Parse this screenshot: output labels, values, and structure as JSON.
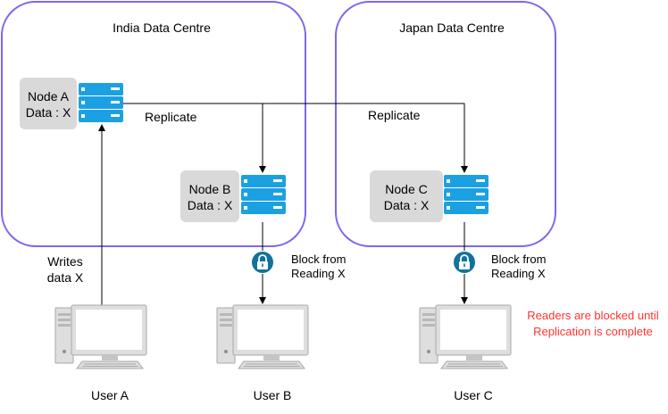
{
  "colors": {
    "frame": "#7b68ee",
    "node_box": "#d9d9d9",
    "server_blue": "#1ba1e2",
    "lock": "#10739e",
    "monitor": "#dedede",
    "warning": "#ff3333",
    "line": "#000000"
  },
  "regions": [
    {
      "label": "India Data Centre"
    },
    {
      "label": "Japan Data Centre"
    }
  ],
  "nodes": [
    {
      "name": "Node A",
      "data": "Data : X"
    },
    {
      "name": "Node B",
      "data": "Data : X"
    },
    {
      "name": "Node C",
      "data": "Data : X"
    }
  ],
  "edges": {
    "replicate_b": "Replicate",
    "replicate_c": "Replicate",
    "writes_line1": "Writes",
    "writes_line2": "data X",
    "block_b_line1": "Block from",
    "block_b_line2": "Reading X",
    "block_c_line1": "Block from",
    "block_c_line2": "Reading X"
  },
  "users": [
    {
      "label": "User A"
    },
    {
      "label": "User B"
    },
    {
      "label": "User C"
    }
  ],
  "note": {
    "line1": "Readers are blocked until",
    "line2": "Replication is complete"
  },
  "icons": {
    "server": "server-rack-icon",
    "lock": "lock-icon",
    "computer": "desktop-computer-icon"
  }
}
